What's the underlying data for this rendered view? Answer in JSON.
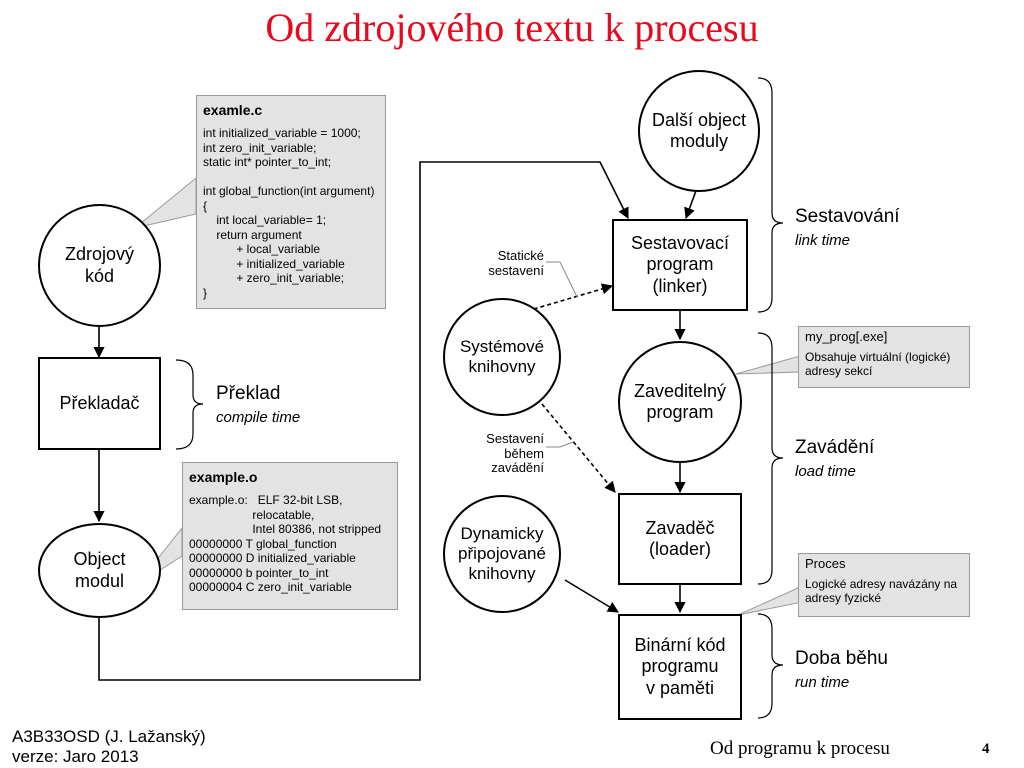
{
  "title": "Od zdrojového textu k procesu",
  "nodes": {
    "zdrojovy_kod": "Zdrojový\nkód",
    "prekladac": "Překladač",
    "object_modul": "Object\nmodul",
    "dalsi_object_moduly": "Další object\nmoduly",
    "sestavovaci_program": "Sestavovací\nprogram\n(linker)",
    "systemove_knihovny": "Systémové\nknihovny",
    "zaveditelny_program": "Zaveditelný\nprogram",
    "zavadec": "Zavaděč\n(loader)",
    "dynamicky_knihovny": "Dynamicky\npřipojované\nknihovny",
    "binarni_kod": "Binární kód\nprogramu\nv paměti"
  },
  "callouts": {
    "examle_c": {
      "header": "examle.c",
      "body": "int initialized_variable = 1000;\nint zero_init_variable;\nstatic int* pointer_to_int;\n\nint global_function(int argument)\n{\n    int local_variable= 1;\n    return argument\n          + local_variable\n          + initialized_variable\n          + zero_init_variable;\n}"
    },
    "example_o": {
      "header": "example.o",
      "body": "example.o:   ELF 32-bit LSB,\n                   relocatable,\n                   Intel 80386, not stripped\n00000000 T global_function\n00000000 D initialized_variable\n00000000 b pointer_to_int\n00000004 C zero_init_variable"
    },
    "my_prog": {
      "header": "my_prog[.exe]",
      "body": "Obsahuje virtuální (logické)\nadresy sekcí"
    },
    "proces": {
      "header": "Proces",
      "body": "Logické adresy navázány na\nadresy fyzické"
    }
  },
  "notes": {
    "staticke": "Statické\nsestavení",
    "behem": "Sestavení\nběhem\nzavádění"
  },
  "phases": {
    "preklad": {
      "cz": "Překlad",
      "en": "compile time"
    },
    "sestavovani": {
      "cz": "Sestavování",
      "en": "link time"
    },
    "zavadeni": {
      "cz": "Zavádění",
      "en": "load time"
    },
    "doba_behu": {
      "cz": "Doba běhu",
      "en": "run time"
    }
  },
  "footer": {
    "author": "A3B33OSD (J. Lažanský)",
    "version": "verze: Jaro 2013",
    "topic": "Od programu k procesu",
    "page": "4"
  }
}
